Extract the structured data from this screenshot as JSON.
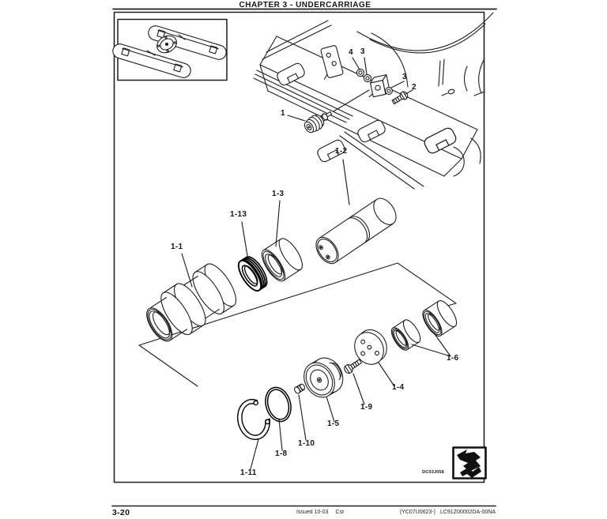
{
  "page": {
    "header_title": "CHAPTER 3 - UNDERCARRIAGE",
    "figure_code": "DC03J058",
    "footer": {
      "page_number": "3-20",
      "issued": "Issued 10-03",
      "edition": "Cst",
      "revision": "(YC07U0623-)",
      "doc_code": "LC91Z00002DA-00NA"
    }
  },
  "callouts": {
    "c1": "1",
    "c2": "2",
    "c3a": "3",
    "c3b": "3",
    "c4": "4",
    "c1_1": "1-1",
    "c1_2": "1-2",
    "c1_3": "1-3",
    "c1_4": "1-4",
    "c1_5": "1-5",
    "c1_6": "1-6",
    "c1_8": "1-8",
    "c1_9": "1-9",
    "c1_10": "1-10",
    "c1_11": "1-11",
    "c1_13": "1-13"
  },
  "colors": {
    "ink": "#1f1f1f",
    "paper": "#ffffff"
  }
}
